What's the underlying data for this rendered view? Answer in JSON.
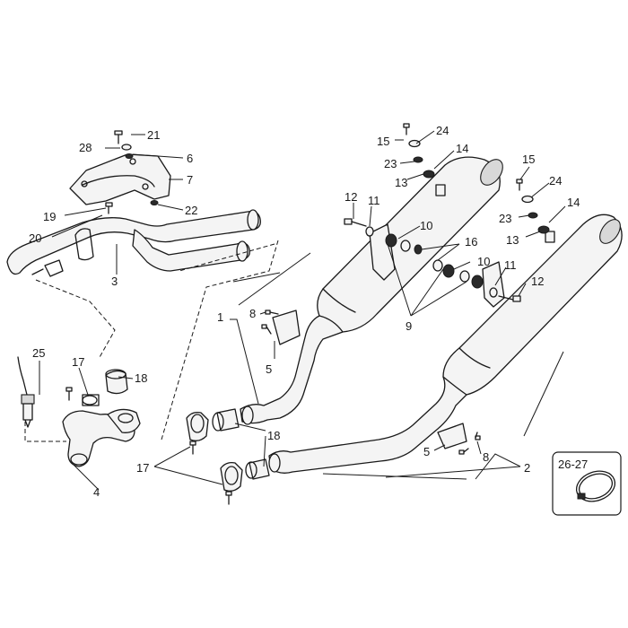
{
  "callouts": {
    "c1": "1",
    "c2": "2",
    "c3": "3",
    "c4": "4",
    "c5a": "5",
    "c5b": "5",
    "c6": "6",
    "c7": "7",
    "c8a": "8",
    "c8b": "8",
    "c9": "9",
    "c10a": "10",
    "c10b": "10",
    "c11a": "11",
    "c11b": "11",
    "c12a": "12",
    "c12b": "12",
    "c13a": "13",
    "c13b": "13",
    "c14a": "14",
    "c14b": "14",
    "c15a": "15",
    "c15b": "15",
    "c16": "16",
    "c17a": "17",
    "c17b": "17",
    "c18a": "18",
    "c18b": "18",
    "c19": "19",
    "c20": "20",
    "c21": "21",
    "c22": "22",
    "c23a": "23",
    "c23b": "23",
    "c24a": "24",
    "c24b": "24",
    "c25": "25",
    "c2627": "26-27"
  },
  "colors": {
    "line": "#1a1a1a",
    "part_fill": "#f4f4f4",
    "shade": "#d8d8d8",
    "background": "#ffffff"
  }
}
